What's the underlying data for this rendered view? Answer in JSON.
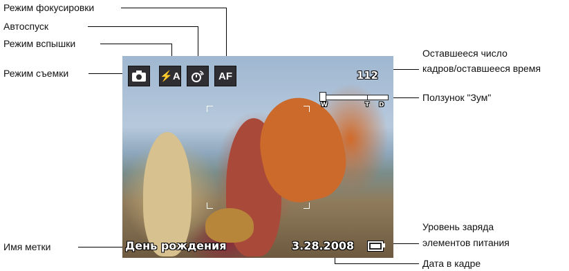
{
  "callouts": {
    "focus_mode": "Режим фокусировки",
    "self_timer": "Автоспуск",
    "flash_mode": "Режим вспышки",
    "shooting_mode": "Режим съемки",
    "tag_name": "Имя метки",
    "remaining": "Оставшееся число кадров/оставшееся время",
    "remaining_line1": "Оставшееся число",
    "remaining_line2": "кадров/оставшееся время",
    "zoom_slider": "Ползунок \"Зум\"",
    "battery_line1": "Уровень заряда",
    "battery_line2": "элементов питания",
    "date_stamp": "Дата в кадре"
  },
  "screen": {
    "icons": {
      "flash": "⚡A",
      "af": "AF",
      "camera": "camera-icon",
      "timer": "self-timer-icon"
    },
    "shots_remaining": "112",
    "zoom": {
      "w": "W",
      "t": "T",
      "d": "D",
      "level": 0
    },
    "tag_text": "День рождения",
    "date_text": "3.28.2008"
  }
}
